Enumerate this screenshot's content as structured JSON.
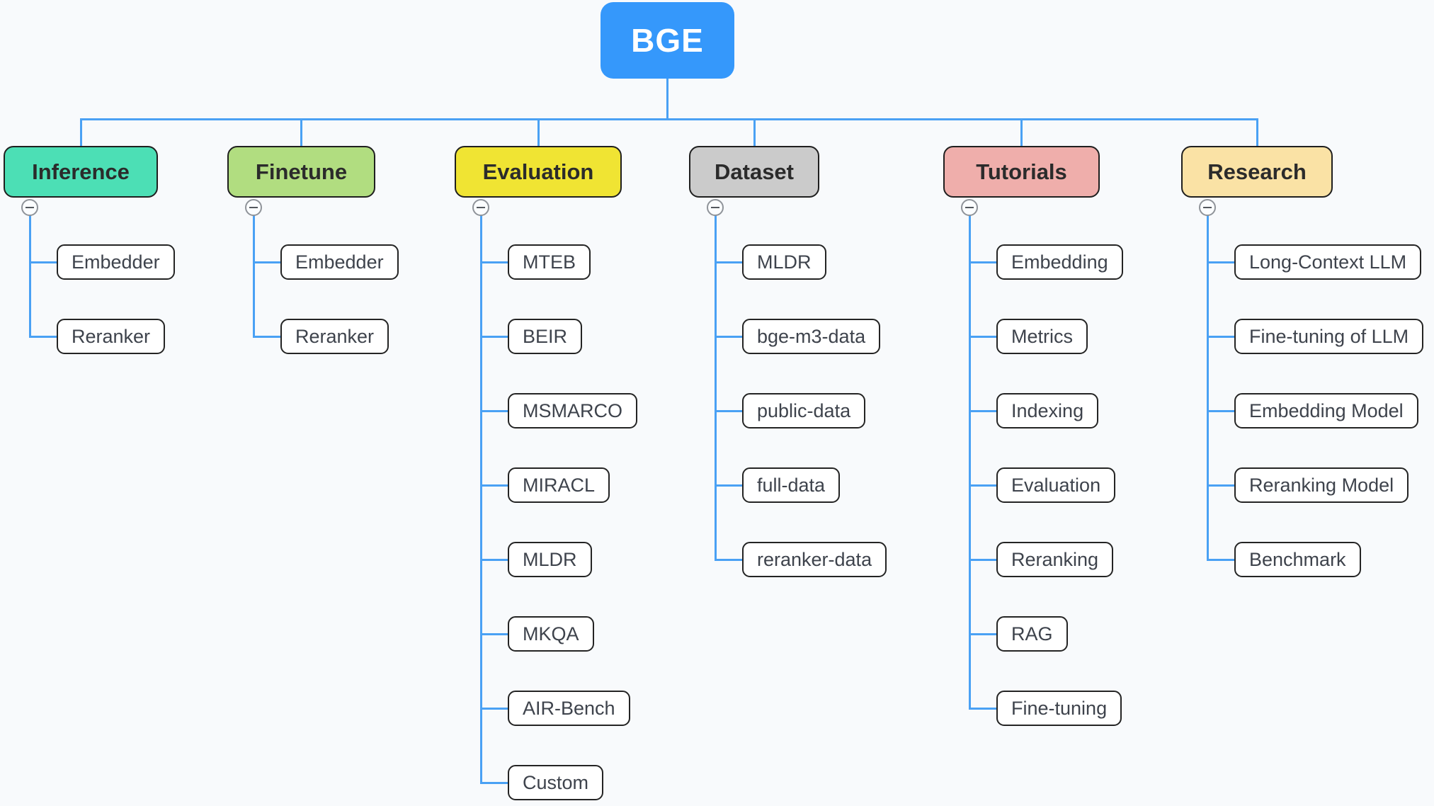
{
  "title": "BGE mindmap",
  "colors": {
    "background": "#f8fafc",
    "connector": "#4aa1f4",
    "root_fill": "#3598fb",
    "root_text": "#ffffff",
    "branch_text": "#2b2b2b",
    "child_fill": "#ffffff",
    "child_text": "#3e434c",
    "node_border": "#1f1f1f"
  },
  "root": {
    "label": "BGE"
  },
  "branches": [
    {
      "label": "Inference",
      "color": "#4cdfb5",
      "children": [
        "Embedder",
        "Reranker"
      ]
    },
    {
      "label": "Finetune",
      "color": "#b1dd80",
      "children": [
        "Embedder",
        "Reranker"
      ]
    },
    {
      "label": "Evaluation",
      "color": "#f0e433",
      "children": [
        "MTEB",
        "BEIR",
        "MSMARCO",
        "MIRACL",
        "MLDR",
        "MKQA",
        "AIR-Bench",
        "Custom"
      ]
    },
    {
      "label": "Dataset",
      "color": "#cbcbcb",
      "children": [
        "MLDR",
        "bge-m3-data",
        "public-data",
        "full-data",
        "reranker-data"
      ]
    },
    {
      "label": "Tutorials",
      "color": "#efaeab",
      "children": [
        "Embedding",
        "Metrics",
        "Indexing",
        "Evaluation",
        "Reranking",
        "RAG",
        "Fine-tuning"
      ]
    },
    {
      "label": "Research",
      "color": "#fae2a5",
      "children": [
        "Long-Context LLM",
        "Fine-tuning of LLM",
        "Embedding Model",
        "Reranking Model",
        "Benchmark"
      ]
    }
  ],
  "icons": {
    "collapse": "minus-circle"
  }
}
